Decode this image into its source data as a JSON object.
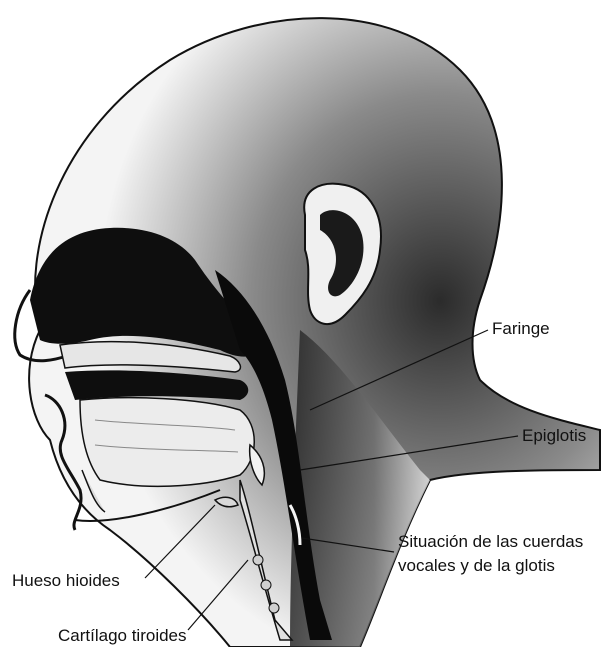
{
  "labels": {
    "faringe": "Faringe",
    "epiglotis": "Epiglotis",
    "situacion": "Situación de las cuerdas",
    "vocales": "vocales y de la glotis",
    "hueso": "Hueso hioides",
    "cartilago": "Cartílago tiroides"
  },
  "colors": {
    "ink": "#111111",
    "shade": "#3a3a3a",
    "light": "#d9d9d9",
    "paper": "#ffffff"
  }
}
